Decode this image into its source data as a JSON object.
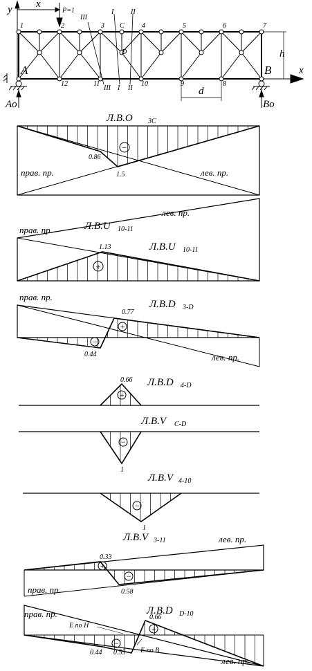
{
  "truss": {
    "top_nodes": [
      "1",
      "2",
      "3",
      "C",
      "4",
      "5",
      "6",
      "7"
    ],
    "bottom_nodes": [
      "12",
      "11",
      "10",
      "9",
      "8"
    ],
    "node_d": "D",
    "support_a": "A",
    "support_b": "B",
    "reaction_a": "Ao",
    "reaction_b": "Bo",
    "axis_x_top": "x",
    "axis_x_right": "x",
    "axis_y": "y",
    "load": "P=1",
    "height_label": "h",
    "panel_label": "d",
    "sections_top": [
      "III",
      "I",
      "II"
    ],
    "sections_bottom": [
      "III",
      "I",
      "II"
    ]
  },
  "influence_lines": {
    "o3c": {
      "prefix": "Л.В.O",
      "sub": "3C",
      "v1": "0.86",
      "v2": "1.5",
      "sign": "−",
      "right_branch": "прав. пр.",
      "left_branch": "лев. пр."
    },
    "u1011_a": {
      "prefix": "Л.В.U",
      "sub": "10-11"
    },
    "u1011_b": {
      "prefix": "Л.В.U",
      "sub": "10-11",
      "v1": "1.13",
      "sign": "+",
      "right_branch": "прав. пр.",
      "left_branch": "лев. пр."
    },
    "d3d": {
      "prefix": "Л.В.D",
      "sub": "3-D",
      "v_pos": "0.77",
      "v_neg": "0.44",
      "sign_pos": "+",
      "sign_neg": "−",
      "right_branch": "прав. пр.",
      "left_branch": "лев. пр."
    },
    "d4d": {
      "prefix": "Л.В.D",
      "sub": "4-D",
      "v1": "0.66",
      "sign": "+"
    },
    "vcd": {
      "prefix": "Л.В.V",
      "sub": "C-D",
      "v1": "1",
      "sign": "−"
    },
    "v410": {
      "prefix": "Л.В.V",
      "sub": " 4-10",
      "v1": "1",
      "sign": "−"
    },
    "v311": {
      "prefix": "Л.В.V",
      "sub": " 3-11",
      "v_pos": "0.33",
      "v_neg": "0.58",
      "sign_pos": "+",
      "sign_neg": "−",
      "right_branch": "прав. пр.",
      "left_branch": "лев. пр."
    },
    "dd10": {
      "prefix": "Л.В.D",
      "sub": "D-10",
      "v_pos": "0.66",
      "v_neg1": "0.44",
      "v_neg2": "0.55",
      "sign_pos": "+",
      "sign_neg": "−",
      "note_h": "Е по Н",
      "note_b": "Е по В",
      "right_branch": "прав. пр.",
      "left_branch": "лев. пр."
    }
  }
}
